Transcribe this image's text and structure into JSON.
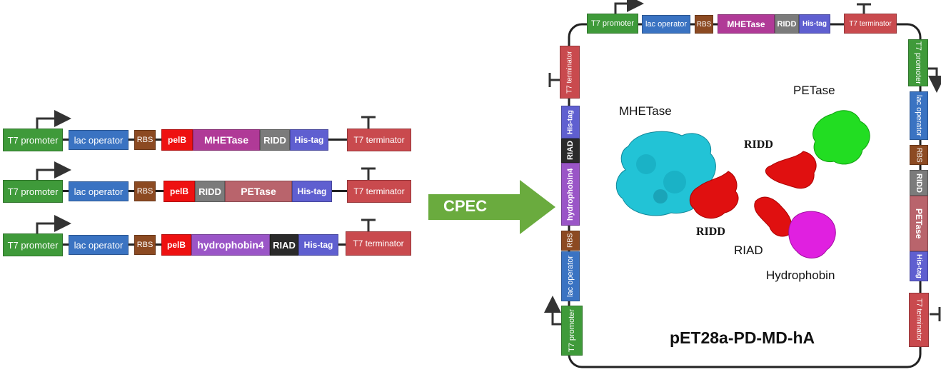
{
  "constructs": [
    {
      "t7_promoter": "T7 promoter",
      "lac_operator": "lac operator",
      "rbs": "RBS",
      "pelb": "pelB",
      "gene": "MHETase",
      "tag1": "RIDD",
      "his": "His-tag",
      "t7_terminator": "T7 terminator"
    },
    {
      "t7_promoter": "T7 promoter",
      "lac_operator": "lac operator",
      "rbs": "RBS",
      "pelb": "pelB",
      "tag1": "RIDD",
      "gene": "PETase",
      "his": "His-tag",
      "t7_terminator": "T7 terminator"
    },
    {
      "t7_promoter": "T7 promoter",
      "lac_operator": "lac operator",
      "rbs": "RBS",
      "pelb": "pelB",
      "gene": "hydrophobin4",
      "tag1": "RIAD",
      "his": "His-tag",
      "t7_terminator": "T7 terminator"
    }
  ],
  "arrow": {
    "label": "CPEC",
    "color": "#6aab3e"
  },
  "plasmid": {
    "name": "pET28a-PD-MD-hA",
    "top": {
      "t7_promoter": "T7 promoter",
      "lac_operator": "lac operator",
      "rbs": "RBS",
      "gene": "MHETase",
      "tag": "RIDD",
      "his": "His-tag",
      "t7_terminator": "T7 terminator"
    },
    "right": {
      "t7_promoter": "T7 promoter",
      "lac_operator": "lac operator",
      "rbs": "RBS",
      "tag": "RIDD",
      "gene": "PETase",
      "his": "His-tag",
      "t7_terminator": "T7 terminator"
    },
    "left": {
      "t7_terminator": "T7 terminator",
      "his": "His-tag",
      "tag": "RIAD",
      "gene": "hydrophobin4",
      "rbs": "RBS",
      "lac_operator": "lac operator",
      "t7_promoter": "T7 promoter"
    }
  },
  "proteins": {
    "mhetase": "MHETase",
    "petase": "PETase",
    "ridd_a": "RIDD",
    "ridd_b": "RIDD",
    "riad": "RIAD",
    "hydrophobin": "Hydrophobin"
  },
  "colors": {
    "mhetase": "#22c3d6",
    "petase": "#22dd22",
    "ridd": "#e01010",
    "hydrophobin": "#e020e0"
  }
}
